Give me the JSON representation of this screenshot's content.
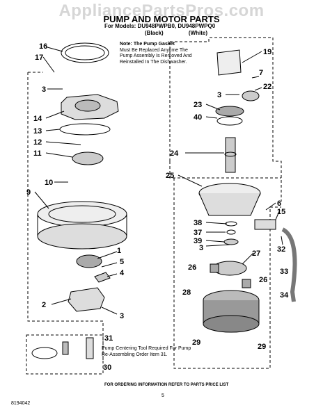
{
  "watermark": "AppliancePartsPros.com",
  "header": {
    "title": "PUMP AND MOTOR PARTS",
    "models": "For Models: DU948PWPB0, DU948PWPQ0",
    "color_black": "(Black)",
    "color_white": "(White)"
  },
  "note": {
    "title": "Note: The Pump Gasket",
    "text": "Must Be Replaced Anytime The Pump Assembly Is Removed And Reinstalled In The Dishwasher."
  },
  "pump_tool_note": "Pump Centering Tool Required For Pump Re-Assembling Order Item 31.",
  "footer": {
    "info": "FOR ORDERING INFORMATION REFER TO PARTS PRICE LIST",
    "doc_number": "8194042",
    "page_number": "5"
  },
  "callouts": [
    "16",
    "17",
    "3",
    "14",
    "13",
    "12",
    "11",
    "10",
    "9",
    "1",
    "5",
    "4",
    "2",
    "3",
    "19",
    "7",
    "22",
    "3",
    "23",
    "40",
    "24",
    "25",
    "6",
    "15",
    "38",
    "37",
    "39",
    "3",
    "27",
    "32",
    "26",
    "26",
    "33",
    "28",
    "34",
    "29",
    "29",
    "31",
    "30"
  ]
}
